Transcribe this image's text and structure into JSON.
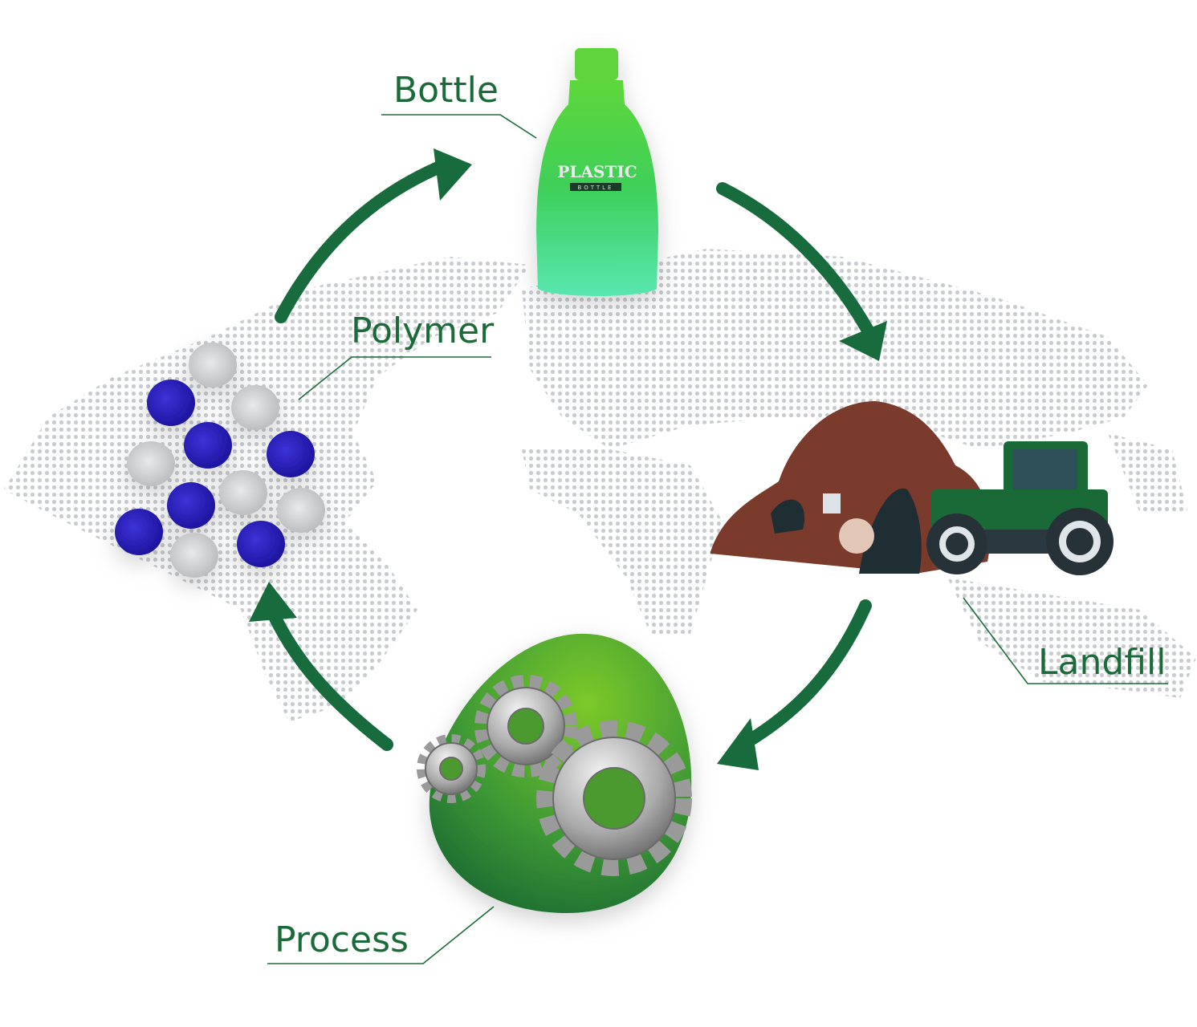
{
  "diagram": {
    "type": "cycle",
    "stages": [
      {
        "label": "Bottle"
      },
      {
        "label": "Landfill"
      },
      {
        "label": "Process"
      },
      {
        "label": "Polymer"
      }
    ],
    "bottle_text": {
      "brand": "PLASTIC",
      "sub": "BOTTLE"
    },
    "colors": {
      "label": "#1b6b3a",
      "arrow": "#176b3c",
      "map_dots": "#c9ccd0",
      "pellet_blue": "#2a1fc0",
      "pellet_gray": "#cfd0d2"
    }
  }
}
